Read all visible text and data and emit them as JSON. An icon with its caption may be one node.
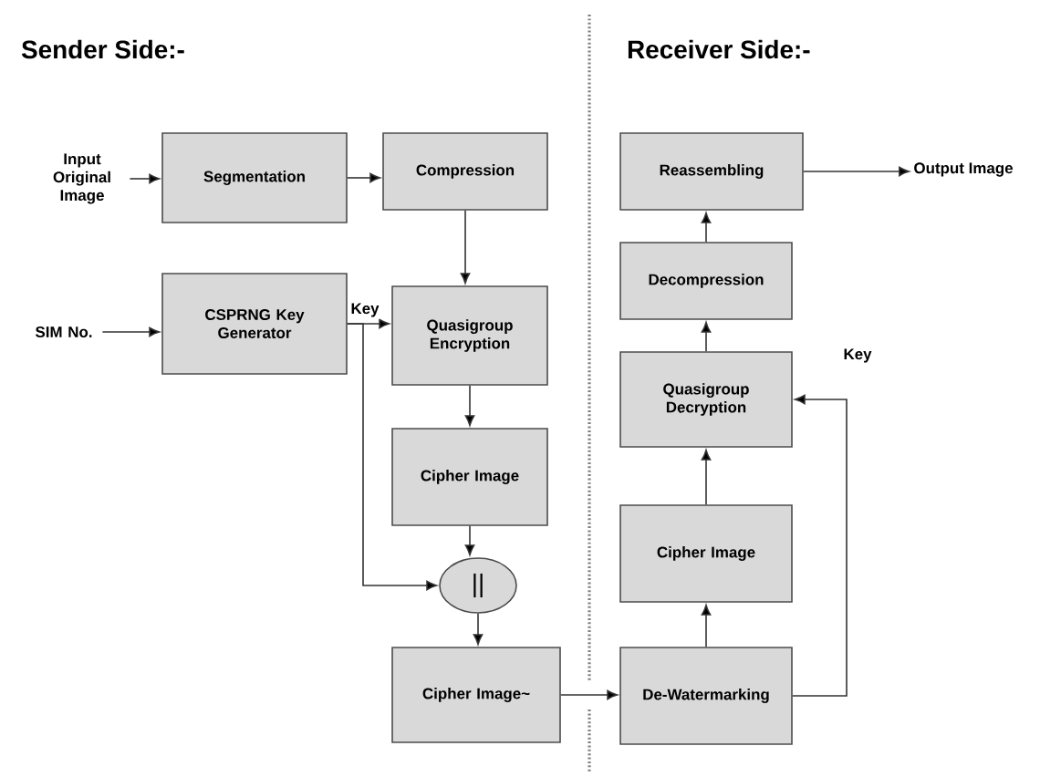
{
  "diagram": {
    "nodes": [
      {
        "text": [
          "Input Original Image"
        ]
      },
      {
        "text": [
          "Segmentation"
        ]
      },
      {
        "text": [
          "Compression"
        ]
      },
      {
        "text": [
          "SIM No."
        ]
      },
      {
        "text": [
          "CSPRNG Key Generator"
        ]
      },
      {
        "text": [
          "Quasigroup Encryption"
        ]
      },
      {
        "text": [
          "Cipher Image"
        ]
      },
      {
        "text": [
          "||"
        ]
      },
      {
        "text": [
          "Cipher Image~"
        ]
      },
      {
        "text": [
          "De-Watermarking"
        ]
      },
      {
        "text": [
          "Cipher Image"
        ]
      },
      {
        "text": [
          "Quasigroup Decryption"
        ]
      },
      {
        "text": [
          "Decompression"
        ]
      },
      {
        "text": [
          "Reassembling"
        ]
      },
      {
        "text": [
          "Output Image"
        ]
      }
    ],
    "edges": [
      {
        "from": 0,
        "to": 1,
        "arrow": "to"
      },
      {
        "from": 1,
        "to": 2,
        "arrow": "to"
      },
      {
        "from": 2,
        "to": 5,
        "arrow": "to"
      },
      {
        "from": 3,
        "to": 4,
        "arrow": "to"
      },
      {
        "from": 4,
        "to": 5,
        "arrow": "to",
        "label": "Key"
      },
      {
        "from": 4,
        "to": 7,
        "arrow": "to"
      },
      {
        "from": 5,
        "to": 6,
        "arrow": "to"
      },
      {
        "from": 6,
        "to": 7,
        "arrow": "to"
      },
      {
        "from": 7,
        "to": 8,
        "arrow": "to"
      },
      {
        "from": 8,
        "to": 9,
        "arrow": "to"
      },
      {
        "from": 9,
        "to": 10,
        "arrow": "to"
      },
      {
        "from": 10,
        "to": 11,
        "arrow": "to"
      },
      {
        "from": 11,
        "to": 12,
        "arrow": "to"
      },
      {
        "from": 12,
        "to": 13,
        "arrow": "to"
      },
      {
        "from": 13,
        "to": 14,
        "arrow": "to"
      },
      {
        "from": 9,
        "to": 11,
        "arrow": "to",
        "label": "Key"
      }
    ],
    "labels": [
      "Sender Side:-",
      "Receiver Side:-"
    ]
  }
}
